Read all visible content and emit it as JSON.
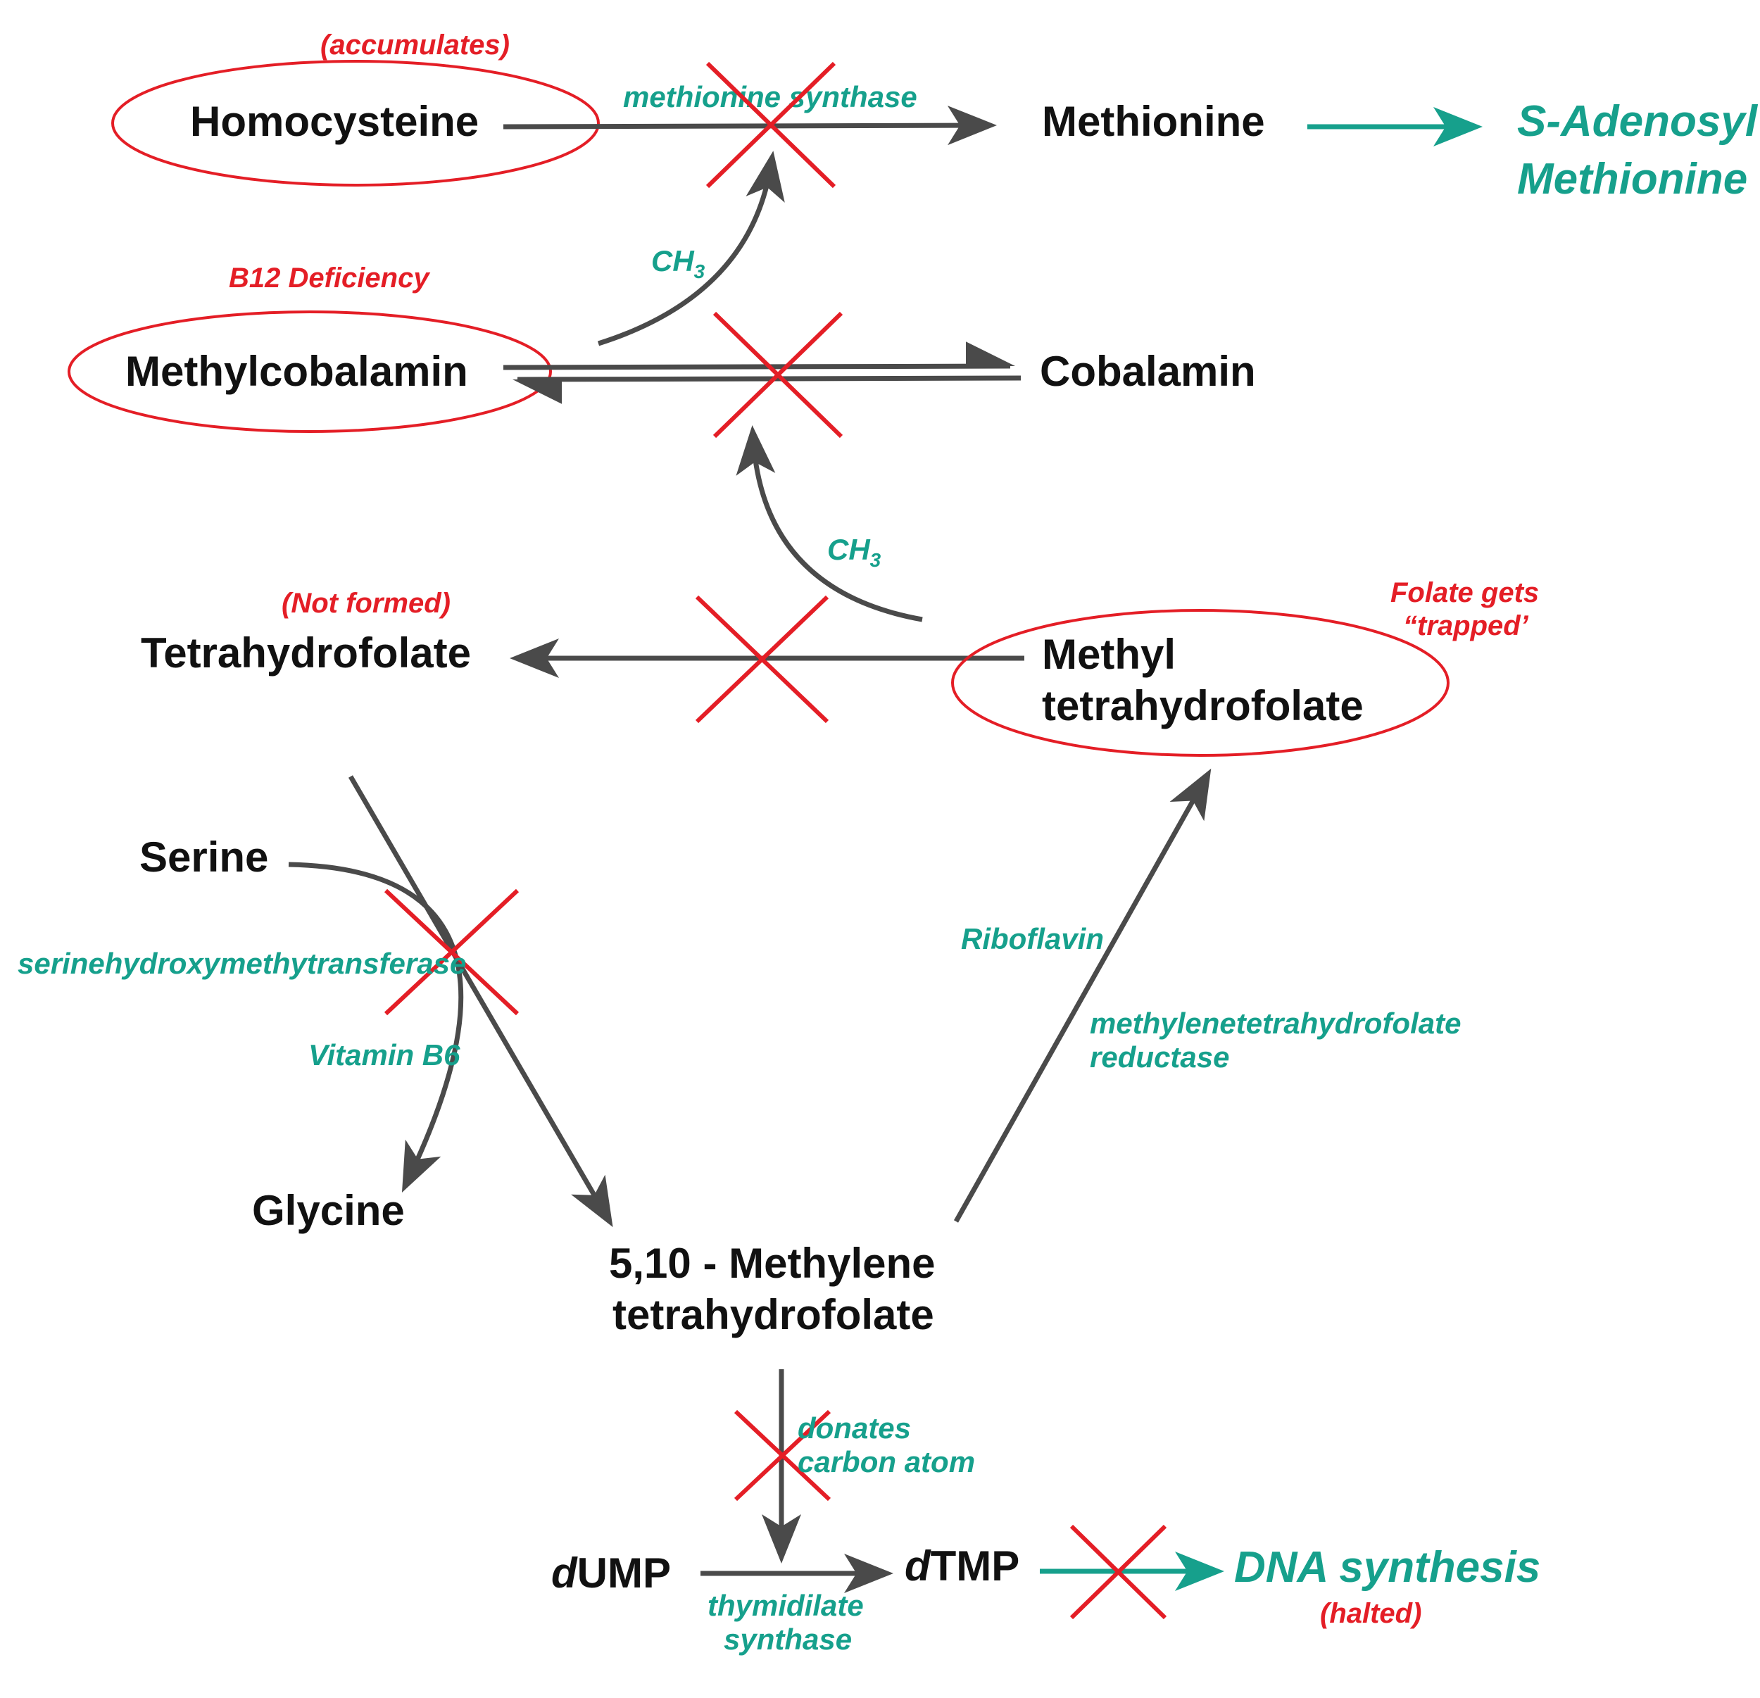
{
  "nodes": {
    "homocysteine": "Homocysteine",
    "methionine": "Methionine",
    "sam_line1": "S-Adenosyl",
    "sam_line2": "Methionine",
    "methylcobalamin": "Methylcobalamin",
    "cobalamin": "Cobalamin",
    "tetrahydrofolate": "Tetrahydrofolate",
    "methyl_thf_line1": "Methyl",
    "methyl_thf_line2": "tetrahydrofolate",
    "serine": "Serine",
    "glycine": "Glycine",
    "methylene_thf_line1": "5,10 - Methylene",
    "methylene_thf_line2": "tetrahydrofolate",
    "dump_prefix": "d",
    "dump_rest": "UMP",
    "dtmp_prefix": "d",
    "dtmp_rest": "TMP",
    "dna_synthesis": "DNA synthesis"
  },
  "enzymes": {
    "methionine_synthase": "methionine synthase",
    "ch3_top_base": "CH",
    "ch3_top_sub": "3",
    "ch3_mid_base": "CH",
    "ch3_mid_sub": "3",
    "shmt": "serinehydroxymethytransferase",
    "vitamin_b6": "Vitamin B6",
    "riboflavin": "Riboflavin",
    "mthfr_line1": "methylenetetrahydrofolate",
    "mthfr_line2": "reductase",
    "donates_line1": "donates",
    "donates_line2": "carbon atom",
    "ts_line1": "thymidilate",
    "ts_line2": "synthase"
  },
  "notes": {
    "accumulates": "(accumulates)",
    "b12_deficiency": "B12 Deficiency",
    "not_formed": "(Not formed)",
    "folate_trapped_line1": "Folate gets",
    "folate_trapped_line2": "“trapped’",
    "halted": "(halted)"
  },
  "colors": {
    "teal": "#16a08c",
    "red": "#e41e26",
    "arrow_gray": "#4a4a4a",
    "text": "#111111"
  }
}
